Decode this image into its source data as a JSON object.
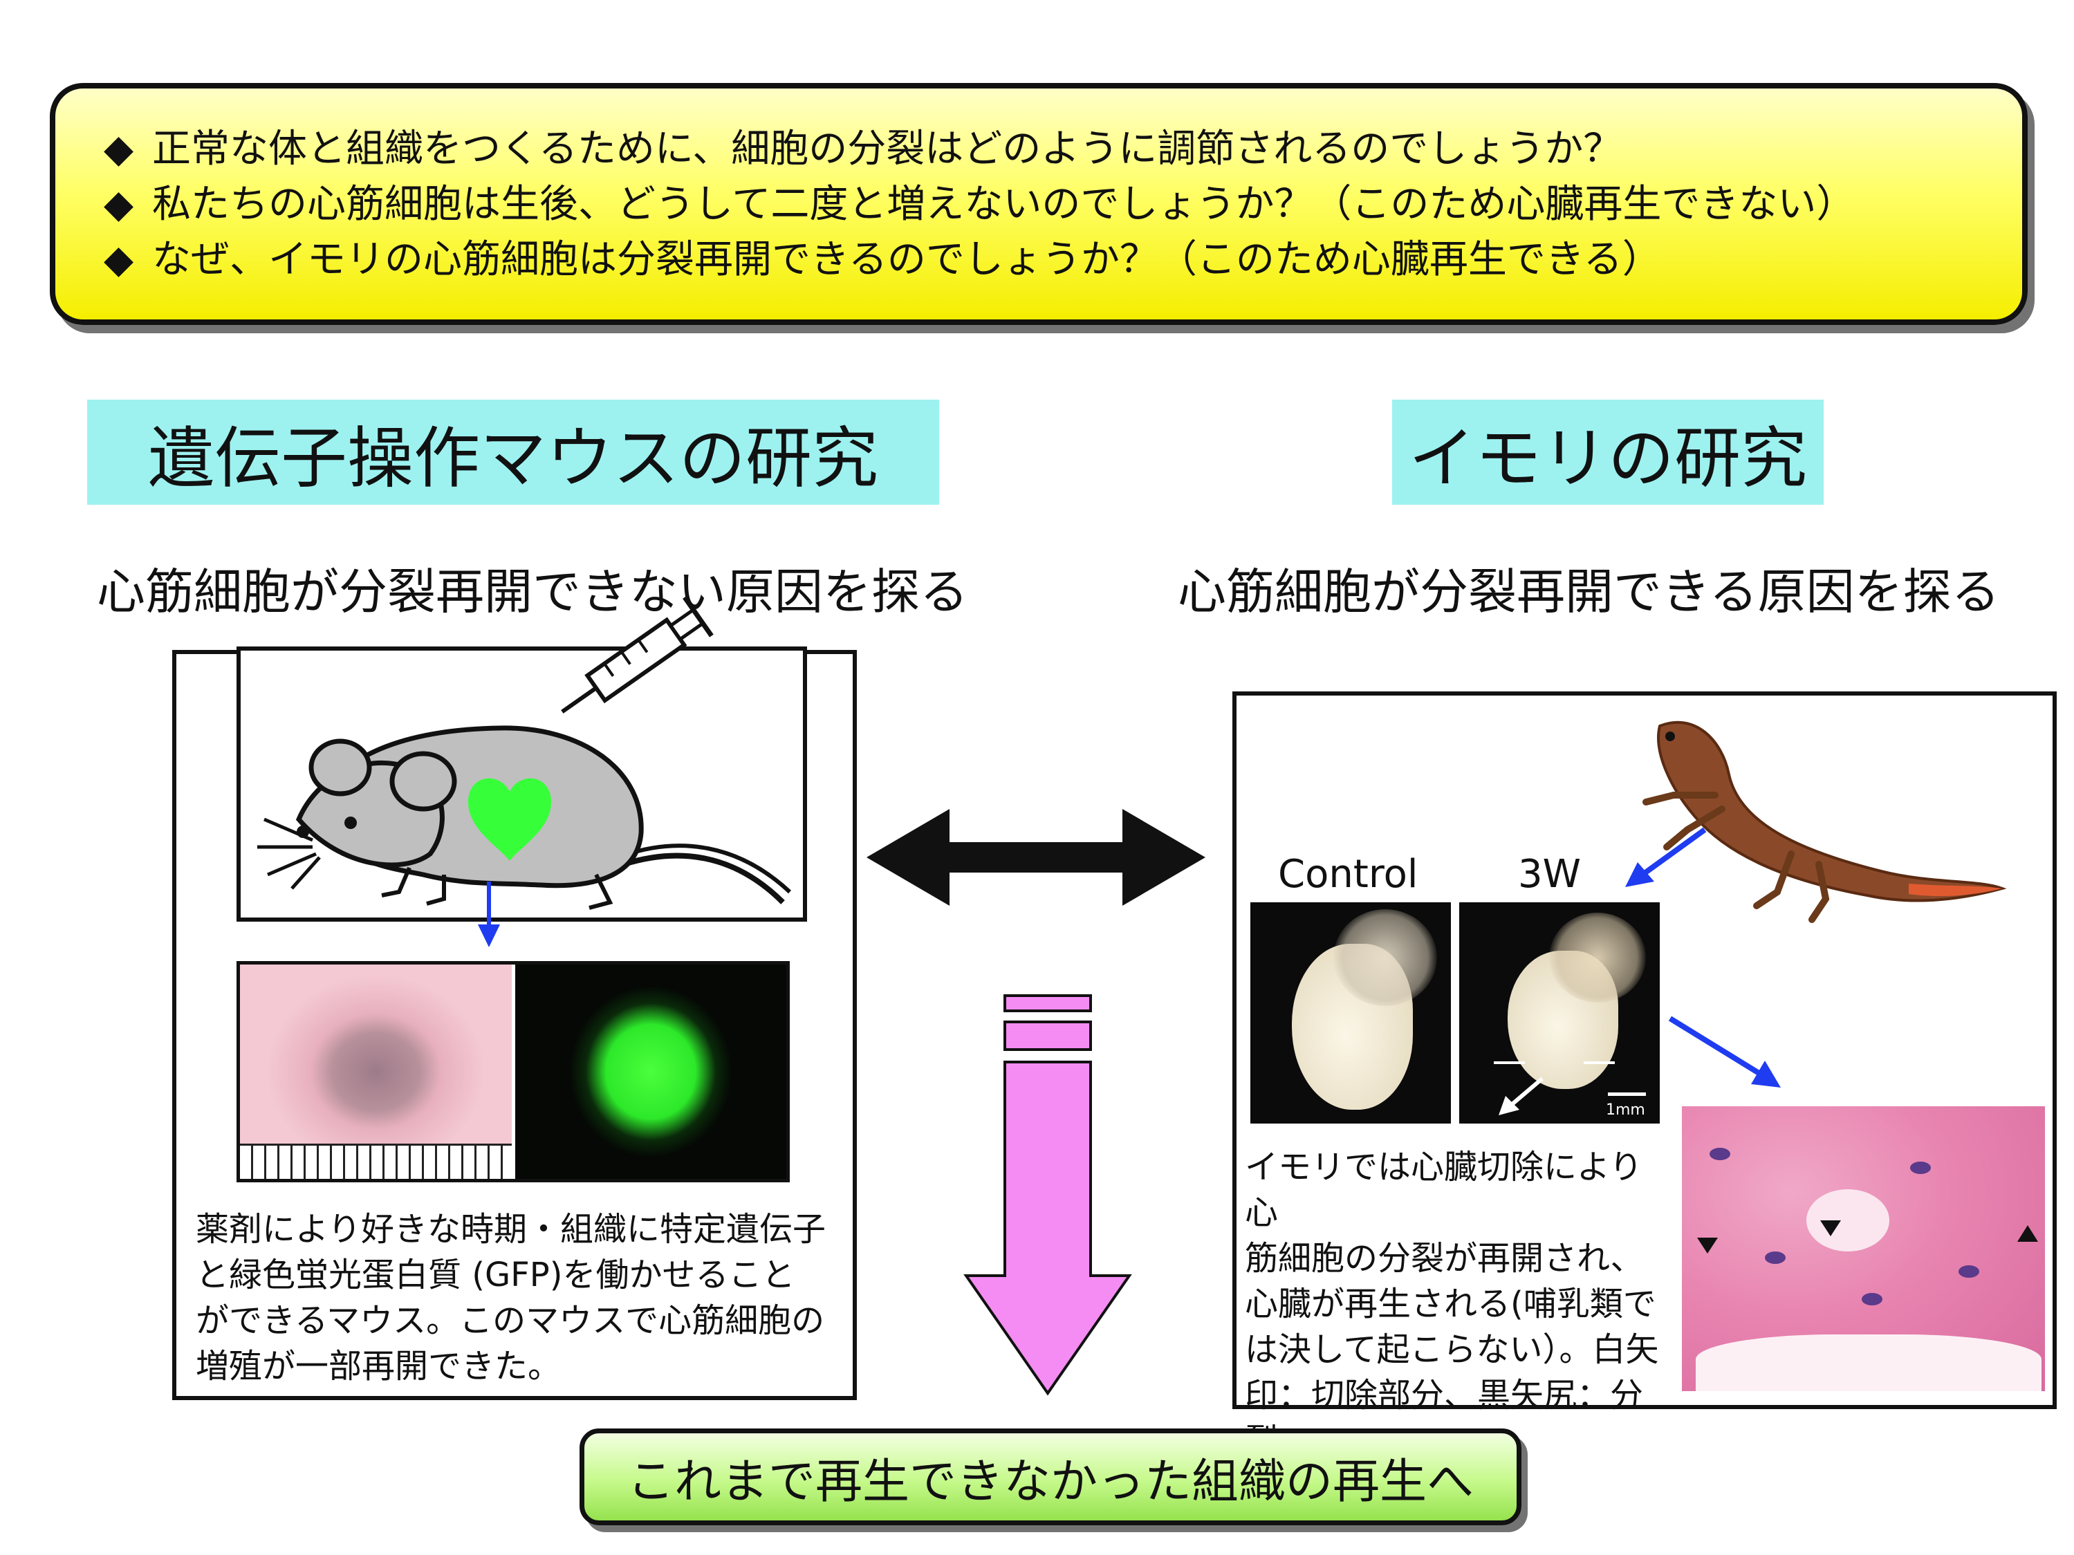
{
  "questions": [
    "正常な体と組織をつくるために、細胞の分裂はどのように調節されるのでしょうか？",
    "私たちの心筋細胞は生後、どうして二度と増えないのでしょうか？（このため心臓再生できない）",
    "なぜ、イモリの心筋細胞は分裂再開できるのでしょうか？（このため心臓再生できる）"
  ],
  "bullet": "◆",
  "left": {
    "title": "遺伝子操作マウスの研究",
    "subtitle": "心筋細胞が分裂再開できない原因を探る",
    "caption_lines": [
      "薬剤により好きな時期・組織に特定遺伝子",
      "と緑色蛍光蛋白質 (GFP)を働かせること",
      "ができるマウス。このマウスで心筋細胞の",
      "増殖が一部再開できた。"
    ]
  },
  "right": {
    "title": "イモリの研究",
    "subtitle": "心筋細胞が分裂再開できる原因を探る",
    "label_control": "Control",
    "label_3w": "3W",
    "scale_label": "1mm",
    "caption_lines": [
      "イモリでは心臓切除により心",
      "筋細胞の分裂が再開され、",
      "心臓が再生される(哺乳類で",
      "は決して起こらない）。白矢",
      "印：切除部分、黒矢尻：分裂",
      "心筋細胞"
    ]
  },
  "conclusion": "これまで再生できなかった組織の再生へ",
  "colors": {
    "question_box": "#ffff66",
    "title_band": "#9df2f0",
    "conclusion_box": "#c6f98b",
    "down_arrow": "#f58cf3",
    "gfp_heart": "#36ff3a",
    "blue_arrow": "#1f3cf0",
    "mouse_body": "#bfbfbf"
  }
}
